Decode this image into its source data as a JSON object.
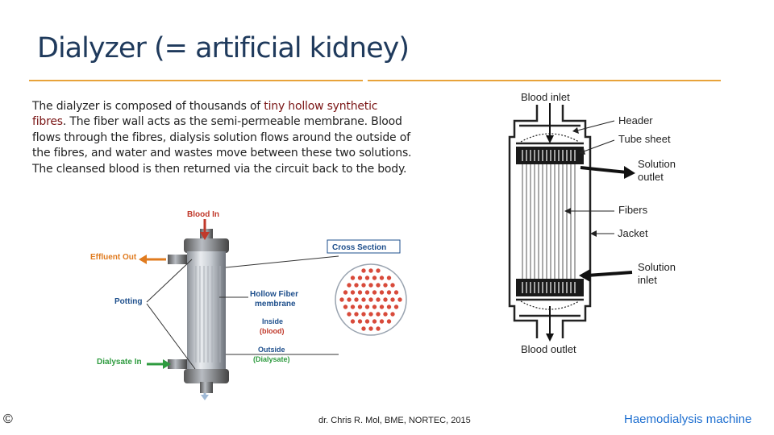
{
  "slide": {
    "title": "Dialyzer (= artificial kidney)",
    "body": {
      "part1": "The dialyzer is composed of thousands of ",
      "highlight": "tiny hollow synthetic fibres",
      "part2": ". The fiber wall acts as the semi-permeable membrane. Blood flows through the fibres, dialysis solution flows around the outside of the fibres, and water and wastes move between these two solutions. The cleansed blood is then returned via the circuit back to the body."
    }
  },
  "left_diagram": {
    "blood_in": "Blood In",
    "effluent_out": "Effluent Out",
    "potting": "Potting",
    "dialysate_in": "Dialysate In",
    "hollow_fiber_line1": "Hollow Fiber",
    "hollow_fiber_line2": "membrane",
    "inside": "Inside",
    "inside_sub": "(blood)",
    "outside": "Outside",
    "outside_sub": "(Dialysate)",
    "cross_section": "Cross Section"
  },
  "right_diagram": {
    "blood_inlet": "Blood inlet",
    "header": "Header",
    "tube_sheet": "Tube sheet",
    "solution_outlet_1": "Solution",
    "solution_outlet_2": "outlet",
    "fibers": "Fibers",
    "jacket": "Jacket",
    "solution_inlet_1": "Solution",
    "solution_inlet_2": "inlet",
    "blood_outlet": "Blood outlet"
  },
  "footer": {
    "copyright": "©",
    "credit": "dr. Chris R. Mol, BME, NORTEC, 2015",
    "topic": "Haemodialysis machine"
  },
  "colors": {
    "title": "#1f3a5c",
    "rule": "#e8a33a",
    "highlight": "#7a1515",
    "label_red": "#c0392b",
    "label_orange": "#e07b1f",
    "label_green": "#2e9b3f",
    "label_blue": "#1e4f8c",
    "footer_link": "#1e6fd0"
  }
}
